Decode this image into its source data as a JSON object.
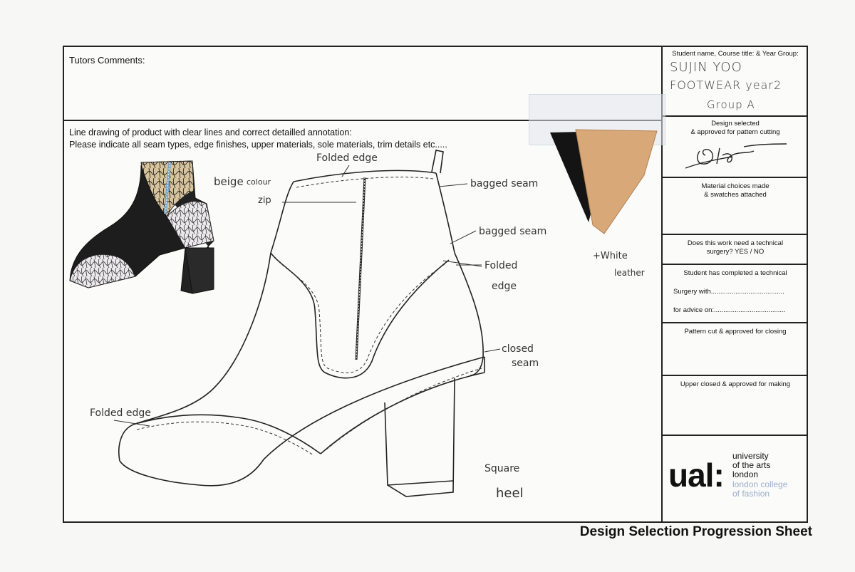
{
  "sheet": {
    "title": "Design Selection Progression Sheet",
    "tutors_comments_label": "Tutors Comments:",
    "drawing_instructions": {
      "line1": "Line drawing of product with clear lines and correct detailled annotation:",
      "line2": "Please indicate all seam types, edge finishes, upper materials, sole materials, trim details etc....."
    }
  },
  "right_panel": {
    "student_label": "Student name, Course title: & Year Group:",
    "student_name": "SUJIN YOO",
    "course": "FOOTWEAR year2",
    "group": "Group A",
    "design_selected_label": "Design selected\n& approved for pattern cutting",
    "materials_label": "Material choices made\n& swatches attached",
    "technical_label": "Does this work need a technical\nsurgery? YES / NO",
    "completed_label": "Student has completed a technical",
    "surgery_with_label": "Surgery with.......................................",
    "advice_on_label": "for advice on:......................................",
    "pattern_cut_label": "Pattern cut & approved for closing",
    "upper_closed_label": "Upper closed & approved for making"
  },
  "logo": {
    "ual": "ual:",
    "university_line1": "university",
    "university_line2": "of the arts",
    "university_line3": "london",
    "college_line1": "london college",
    "college_line2": "of fashion"
  },
  "annotations": {
    "folded_edge_top": "Folded edge",
    "beige": "beige",
    "colour": "colour",
    "zip": "zip",
    "bagged_seam_1": "bagged seam",
    "bagged_seam_2": "bagged seam",
    "folded_edge_right_1": "Folded",
    "folded_edge_right_2": "edge",
    "closed_seam_1": "closed",
    "closed_seam_2": "seam",
    "folded_edge_left": "Folded edge",
    "square_heel_1": "Square",
    "square_heel_2": "heel",
    "white_leather_1": "+White",
    "white_leather_2": "leather"
  },
  "colors": {
    "swatch_black": "#141414",
    "swatch_tan": "#d9a878",
    "ual_text": "#111111",
    "college_text": "#9bb0c8"
  }
}
